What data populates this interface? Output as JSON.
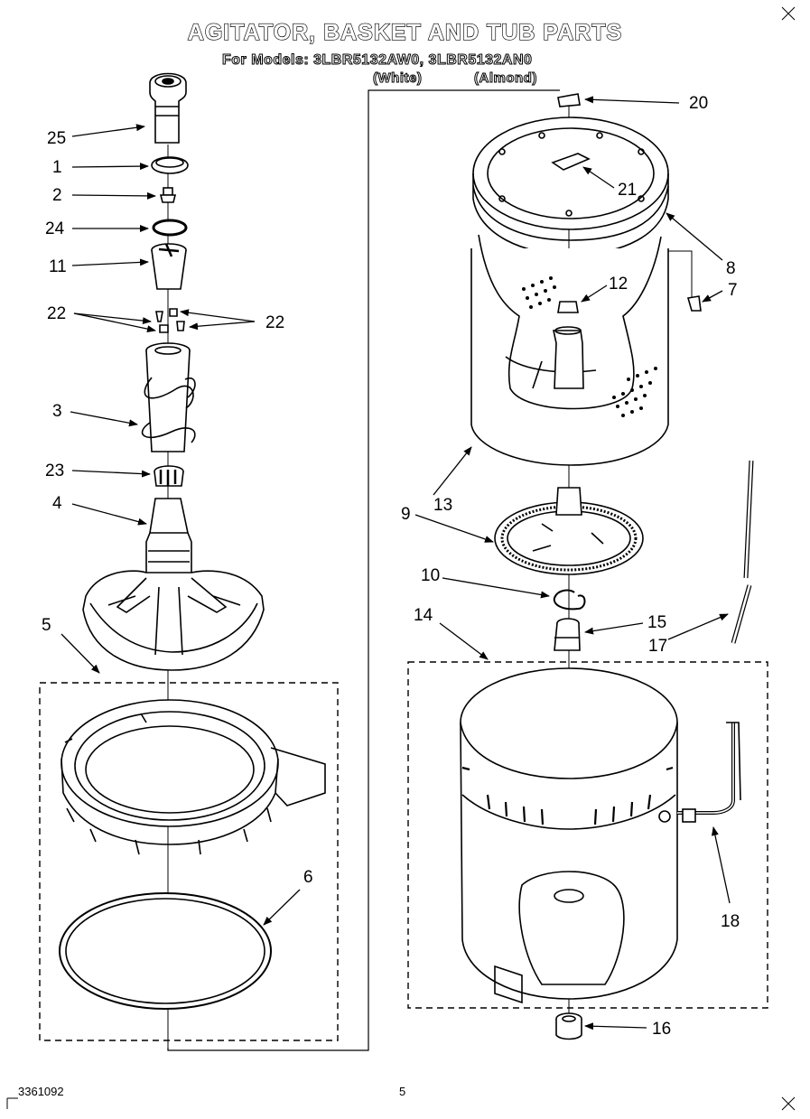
{
  "header": {
    "title": "AGITATOR, BASKET AND TUB PARTS",
    "models": "For Models: 3LBR5132AW0, 3LBR5132AN0",
    "variant_white": "(White)",
    "variant_almond": "(Almond)"
  },
  "callouts": {
    "c25": "25",
    "c1": "1",
    "c2": "2",
    "c24": "24",
    "c11": "11",
    "c22a": "22",
    "c22b": "22",
    "c3": "3",
    "c23": "23",
    "c4": "4",
    "c5": "5",
    "c6": "6",
    "c20": "20",
    "c21": "21",
    "c8": "8",
    "c7": "7",
    "c12": "12",
    "c13": "13",
    "c9": "9",
    "c10": "10",
    "c14": "14",
    "c15": "15",
    "c17": "17",
    "c18": "18",
    "c16": "16"
  },
  "footer": {
    "doc_number": "3361092",
    "page_number": "5"
  }
}
